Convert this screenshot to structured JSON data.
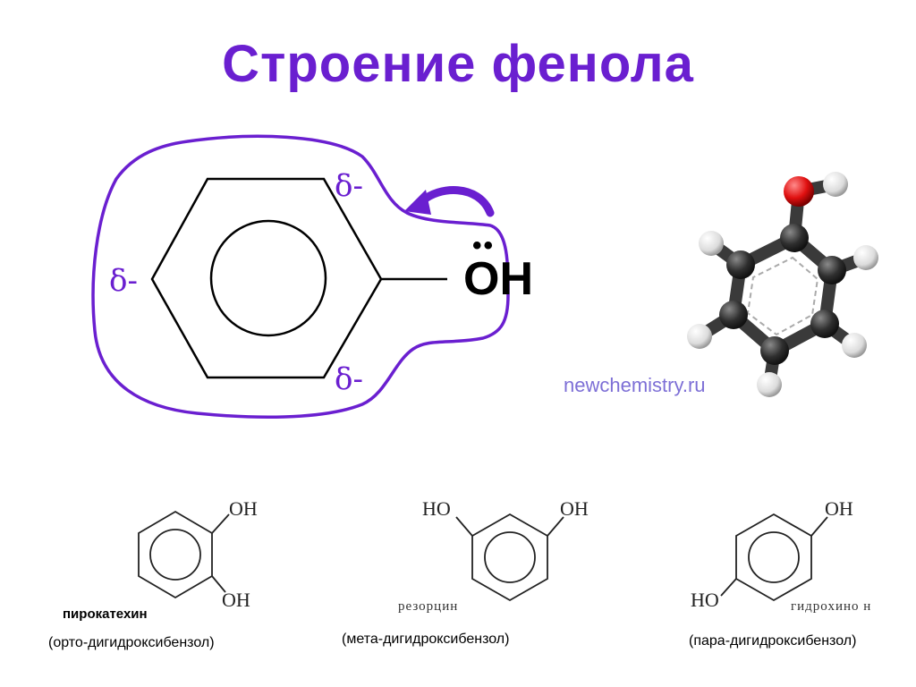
{
  "title": "Строение фенола",
  "main_structure": {
    "delta_top": "δ-",
    "delta_left": "δ-",
    "delta_bottom": "δ-",
    "oh_dots": "••",
    "oh_label": "OH"
  },
  "watermark": "newchemistry.ru",
  "colors": {
    "accent": "#6a1fd0",
    "oxygen": "#e01010",
    "carbon": "#2a2a2a",
    "hydrogen": "#f2f2f2"
  },
  "isomers": [
    {
      "oh_top": "OH",
      "oh_bottom": "OH",
      "name": "пирокатехин",
      "caption": "(орто-дигидроксибензол)"
    },
    {
      "ho_left": "HO",
      "oh_right": "OH",
      "name": "резорцин",
      "caption": "(мета-дигидроксибензол)"
    },
    {
      "oh_top": "OH",
      "ho_bottom": "HO",
      "name": "гидрохино н",
      "caption": "(пара-дигидроксибензол)"
    }
  ]
}
